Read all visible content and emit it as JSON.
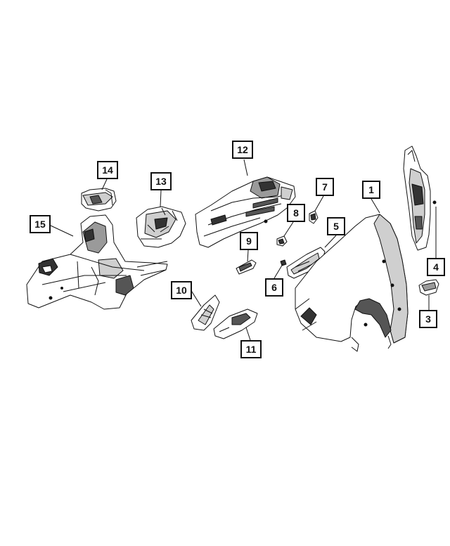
{
  "diagram": {
    "callouts": [
      {
        "id": "c1",
        "label": "1"
      },
      {
        "id": "c3",
        "label": "3"
      },
      {
        "id": "c4",
        "label": "4"
      },
      {
        "id": "c5",
        "label": "5"
      },
      {
        "id": "c6",
        "label": "6"
      },
      {
        "id": "c7",
        "label": "7"
      },
      {
        "id": "c8",
        "label": "8"
      },
      {
        "id": "c9",
        "label": "9"
      },
      {
        "id": "c10",
        "label": "10"
      },
      {
        "id": "c11",
        "label": "11"
      },
      {
        "id": "c12",
        "label": "12"
      },
      {
        "id": "c13",
        "label": "13"
      },
      {
        "id": "c14",
        "label": "14"
      },
      {
        "id": "c15",
        "label": "15"
      }
    ],
    "colors": {
      "line": "#111111",
      "part_fill": "#ffffff",
      "shade": "#9a9a9a",
      "light_shade": "#cfcfcf"
    }
  }
}
